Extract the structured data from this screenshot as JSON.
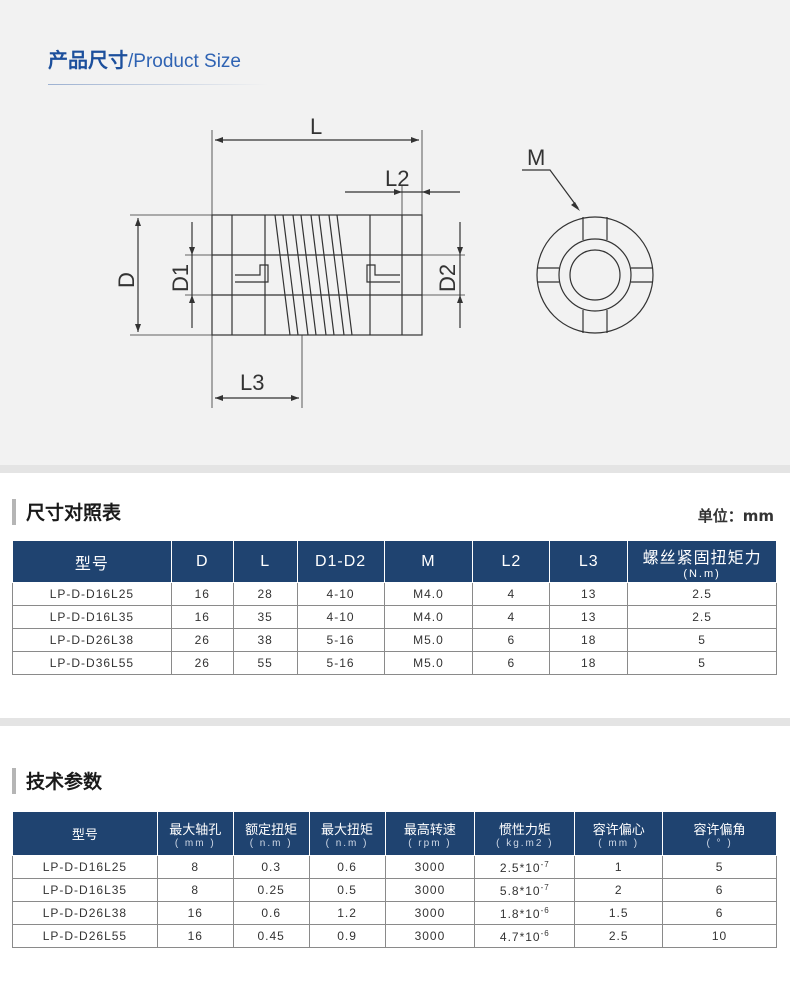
{
  "header": {
    "title_cn": "产品尺寸",
    "separator": "/",
    "title_en": "Product Size"
  },
  "drawing": {
    "labels": {
      "L": "L",
      "L2": "L2",
      "L3": "L3",
      "D": "D",
      "D1": "D1",
      "D2": "D2",
      "M": "M"
    }
  },
  "size_table": {
    "heading": "尺寸对照表",
    "unit": "单位：mm",
    "columns": [
      {
        "label": "型号",
        "sub": ""
      },
      {
        "label": "D",
        "sub": ""
      },
      {
        "label": "L",
        "sub": ""
      },
      {
        "label": "D1-D2",
        "sub": ""
      },
      {
        "label": "M",
        "sub": ""
      },
      {
        "label": "L2",
        "sub": ""
      },
      {
        "label": "L3",
        "sub": ""
      },
      {
        "label": "螺丝紧固扭矩力",
        "sub": "(N.m)"
      }
    ],
    "rows": [
      [
        "LP-D-D16L25",
        "16",
        "28",
        "4-10",
        "M4.0",
        "4",
        "13",
        "2.5"
      ],
      [
        "LP-D-D16L35",
        "16",
        "35",
        "4-10",
        "M4.0",
        "4",
        "13",
        "2.5"
      ],
      [
        "LP-D-D26L38",
        "26",
        "38",
        "5-16",
        "M5.0",
        "6",
        "18",
        "5"
      ],
      [
        "LP-D-D36L55",
        "26",
        "55",
        "5-16",
        "M5.0",
        "6",
        "18",
        "5"
      ]
    ]
  },
  "tech_table": {
    "heading": "技术参数",
    "columns": [
      {
        "label": "型号",
        "sub": ""
      },
      {
        "label": "最大轴孔",
        "sub": "( mm )"
      },
      {
        "label": "额定扭矩",
        "sub": "( n.m )"
      },
      {
        "label": "最大扭矩",
        "sub": "( n.m )"
      },
      {
        "label": "最高转速",
        "sub": "( rpm )"
      },
      {
        "label": "惯性力矩",
        "sub": "( kg.m2 )"
      },
      {
        "label": "容许偏心",
        "sub": "( mm )"
      },
      {
        "label": "容许偏角",
        "sub": "( ° )"
      }
    ],
    "rows": [
      {
        "model": "LP-D-D16L25",
        "bore": "8",
        "rated": "0.3",
        "max": "0.6",
        "rpm": "3000",
        "inertia_base": "2.5*10",
        "inertia_exp": "-7",
        "ecc": "1",
        "angle": "5"
      },
      {
        "model": "LP-D-D16L35",
        "bore": "8",
        "rated": "0.25",
        "max": "0.5",
        "rpm": "3000",
        "inertia_base": "5.8*10",
        "inertia_exp": "-7",
        "ecc": "2",
        "angle": "6"
      },
      {
        "model": "LP-D-D26L38",
        "bore": "16",
        "rated": "0.6",
        "max": "1.2",
        "rpm": "3000",
        "inertia_base": "1.8*10",
        "inertia_exp": "-6",
        "ecc": "1.5",
        "angle": "6"
      },
      {
        "model": "LP-D-D26L55",
        "bore": "16",
        "rated": "0.45",
        "max": "0.9",
        "rpm": "3000",
        "inertia_base": "4.7*10",
        "inertia_exp": "-6",
        "ecc": "2.5",
        "angle": "10"
      }
    ]
  }
}
